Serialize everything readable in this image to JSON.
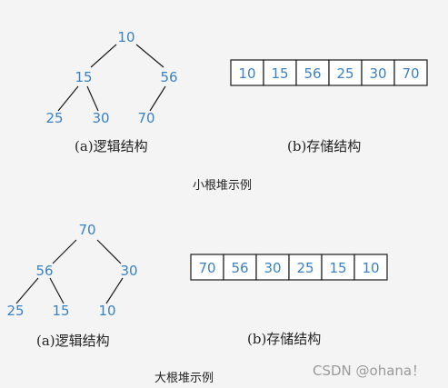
{
  "min_heap": {
    "tree_nodes": [
      "10",
      "15",
      "56",
      "25",
      "30",
      "70"
    ],
    "array": [
      "10",
      "15",
      "56",
      "25",
      "30",
      "70"
    ],
    "logical_label": "(a)逻辑结构",
    "storage_label": "(b)存储结构",
    "title": "小根堆示例"
  },
  "max_heap": {
    "tree_nodes": [
      "70",
      "56",
      "30",
      "25",
      "15",
      "10"
    ],
    "array": [
      "70",
      "56",
      "30",
      "25",
      "15",
      "10"
    ],
    "logical_label": "(a)逻辑结构",
    "storage_label": "(b)存储结构",
    "title": "大根堆示例"
  },
  "watermark": "CSDN @ohana！",
  "colors": {
    "node": "#3a82c4",
    "line": "#1a1a1a",
    "background": "#f4f4f4"
  }
}
